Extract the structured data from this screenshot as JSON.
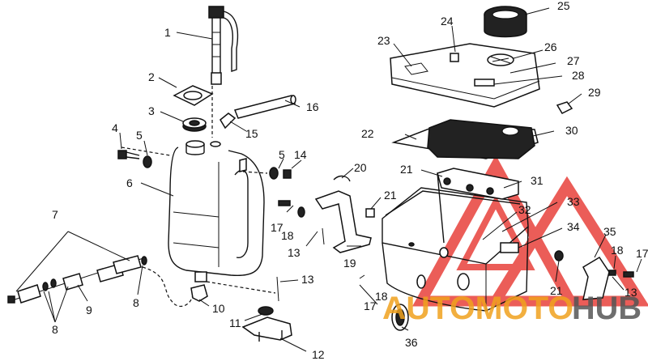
{
  "labels": [
    {
      "id": "1",
      "text": "1"
    },
    {
      "id": "2",
      "text": "2"
    },
    {
      "id": "3",
      "text": "3"
    },
    {
      "id": "4",
      "text": "4"
    },
    {
      "id": "5a",
      "text": "5"
    },
    {
      "id": "5b",
      "text": "5"
    },
    {
      "id": "6",
      "text": "6"
    },
    {
      "id": "7",
      "text": "7"
    },
    {
      "id": "8a",
      "text": "8"
    },
    {
      "id": "8b",
      "text": "8"
    },
    {
      "id": "9",
      "text": "9"
    },
    {
      "id": "10",
      "text": "10"
    },
    {
      "id": "11",
      "text": "11"
    },
    {
      "id": "12",
      "text": "12"
    },
    {
      "id": "13a",
      "text": "13"
    },
    {
      "id": "13b",
      "text": "13"
    },
    {
      "id": "13c",
      "text": "13"
    },
    {
      "id": "14",
      "text": "14"
    },
    {
      "id": "15",
      "text": "15"
    },
    {
      "id": "16",
      "text": "16"
    },
    {
      "id": "17a",
      "text": "17"
    },
    {
      "id": "17b",
      "text": "17"
    },
    {
      "id": "17c",
      "text": "17"
    },
    {
      "id": "18a",
      "text": "18"
    },
    {
      "id": "18b",
      "text": "18"
    },
    {
      "id": "18c",
      "text": "18"
    },
    {
      "id": "19",
      "text": "19"
    },
    {
      "id": "20",
      "text": "20"
    },
    {
      "id": "21a",
      "text": "21"
    },
    {
      "id": "21b",
      "text": "21"
    },
    {
      "id": "21c",
      "text": "21"
    },
    {
      "id": "22",
      "text": "22"
    },
    {
      "id": "23",
      "text": "23"
    },
    {
      "id": "24",
      "text": "24"
    },
    {
      "id": "25",
      "text": "25"
    },
    {
      "id": "26",
      "text": "26"
    },
    {
      "id": "27",
      "text": "27"
    },
    {
      "id": "28",
      "text": "28"
    },
    {
      "id": "29",
      "text": "29"
    },
    {
      "id": "30",
      "text": "30"
    },
    {
      "id": "31",
      "text": "31"
    },
    {
      "id": "32",
      "text": "32"
    },
    {
      "id": "33",
      "text": "33"
    },
    {
      "id": "34",
      "text": "34"
    },
    {
      "id": "35",
      "text": "35"
    },
    {
      "id": "36",
      "text": "36"
    }
  ],
  "watermark": {
    "text_a": "AUTOMOTO",
    "text_b": "HUB",
    "color_red": "#e8413c",
    "color_orange": "#f0a21e",
    "color_dark": "#555555"
  }
}
